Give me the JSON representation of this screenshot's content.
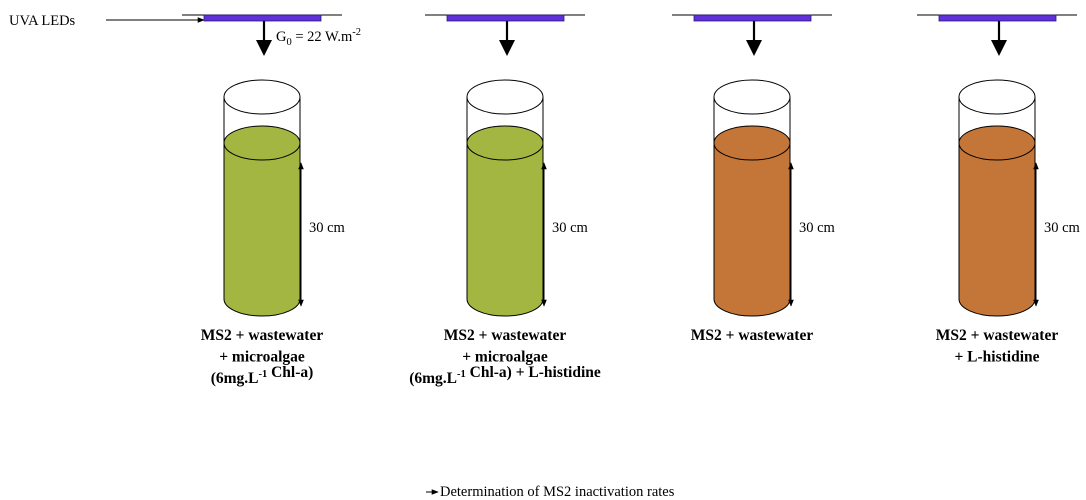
{
  "source_label": "UVA LEDs",
  "irradiance": {
    "symbol": "G",
    "subscript": "0",
    "equals": " = 22 W.m",
    "exponent": "-2"
  },
  "colors": {
    "led": "#6030d8",
    "microalgae": "#a3b642",
    "wastewater": "#c37637",
    "stroke": "#000000"
  },
  "columns": [
    {
      "liquid": "microalgae",
      "height_label": "30 cm",
      "caption": [
        [
          "MS2 + wastewater"
        ],
        [
          "+ microalgae"
        ],
        [
          "(6mg.L",
          {
            "sup": "-1"
          },
          " Chl-a)"
        ]
      ]
    },
    {
      "liquid": "microalgae",
      "height_label": "30 cm",
      "caption": [
        [
          "MS2 + wastewater"
        ],
        [
          "+ microalgae"
        ],
        [
          "(6mg.L",
          {
            "sup": "-1"
          },
          " Chl-a) + L-histidine"
        ]
      ]
    },
    {
      "liquid": "wastewater",
      "height_label": "30 cm",
      "caption": [
        [
          "MS2 + wastewater"
        ]
      ]
    },
    {
      "liquid": "wastewater",
      "height_label": "30 cm",
      "caption": [
        [
          "MS2 + wastewater"
        ],
        [
          "+ L-histidine"
        ]
      ]
    }
  ],
  "result_label": "Determination of MS2 inactivation rates"
}
